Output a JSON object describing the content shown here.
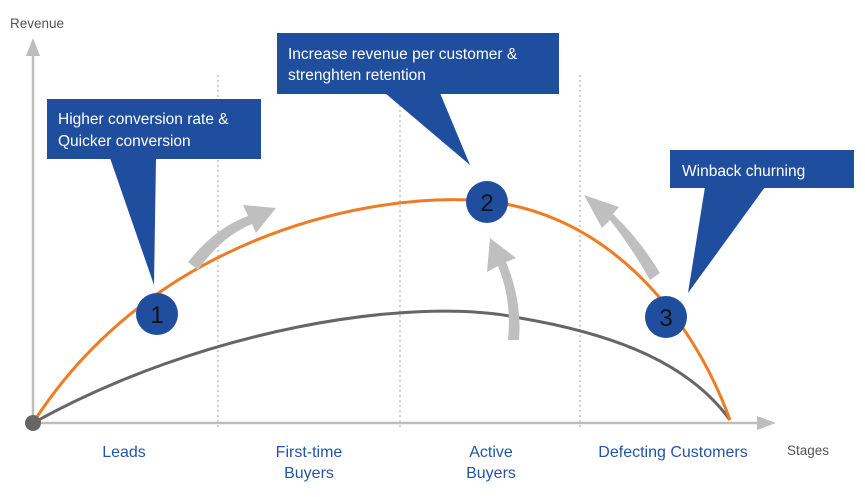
{
  "axes": {
    "y_label": "Revenue",
    "x_label": "Stages"
  },
  "stages": [
    {
      "lines": [
        "Leads"
      ]
    },
    {
      "lines": [
        "First-time",
        "Buyers"
      ]
    },
    {
      "lines": [
        "Active",
        "Buyers"
      ]
    },
    {
      "lines": [
        "Defecting Customers"
      ]
    }
  ],
  "callouts": [
    {
      "lines": [
        "Higher conversion rate &",
        "Quicker conversion"
      ]
    },
    {
      "lines": [
        "Increase revenue per customer &",
        "strenghten retention"
      ]
    },
    {
      "lines": [
        "Winback churning"
      ]
    }
  ],
  "markers": [
    {
      "label": "1"
    },
    {
      "label": "2"
    },
    {
      "label": "3"
    }
  ],
  "colors": {
    "callout_fill": "#1f4e9e",
    "marker_fill": "#1f4e9e",
    "upper_curve": "#ef7b23",
    "lower_curve": "#666666",
    "axis": "#bdbdbd",
    "arrows": "#bfbfbf",
    "stage_text": "#2255a6"
  }
}
